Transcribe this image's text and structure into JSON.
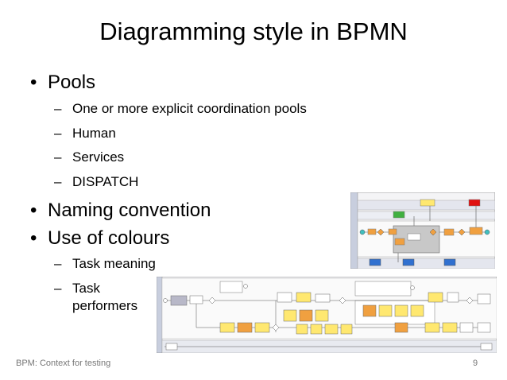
{
  "slide": {
    "title": "Diagramming style in BPMN",
    "bullets": [
      {
        "text": "Pools",
        "subs": [
          "One or more explicit coordination pools",
          "Human",
          "Services",
          "DISPATCH"
        ]
      },
      {
        "text": "Naming convention",
        "subs": []
      },
      {
        "text": "Use of colours",
        "subs": [
          "Task meaning",
          "Task",
          "performers"
        ]
      }
    ],
    "footer_left": "BPM: Context for testing",
    "page_number": "9"
  },
  "colors": {
    "pool_header": "#6f8fbf",
    "task_orange": "#f0a040",
    "task_yellow": "#ffe870",
    "task_green": "#40b040",
    "task_red": "#e01010",
    "task_blue": "#3070d0",
    "task_cyan": "#40c0c0"
  }
}
